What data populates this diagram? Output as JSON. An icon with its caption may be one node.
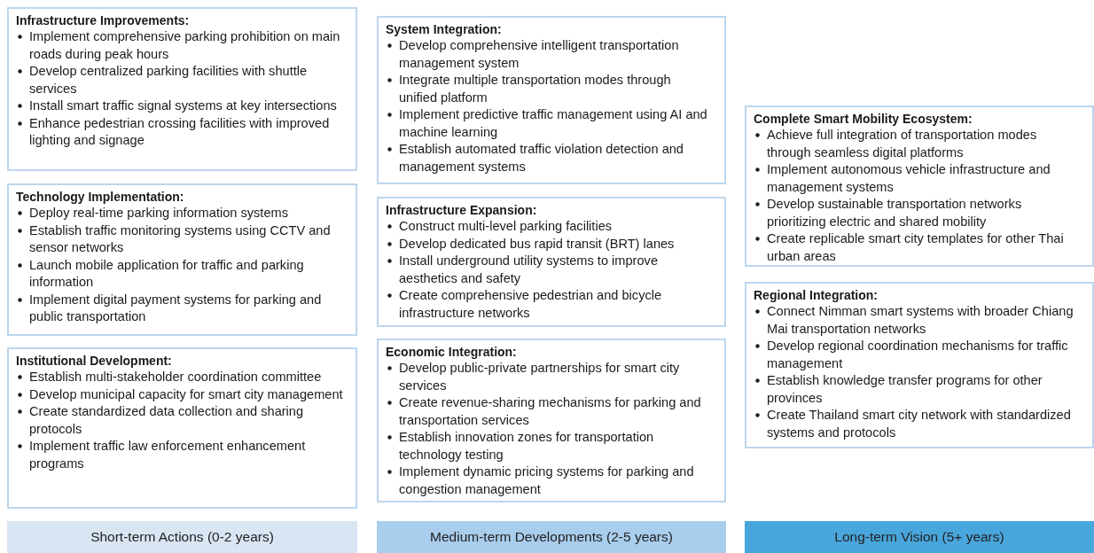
{
  "diagram": {
    "nodes": [
      {
        "text": [
          "Infrastructure Improvements:",
          "Implement comprehensive parking prohibition on main roads during peak hours",
          "Develop centralized parking facilities with shuttle services",
          "Install smart traffic signal systems at key intersections",
          "Enhance pedestrian crossing facilities with improved lighting and signage"
        ]
      },
      {
        "text": [
          "Technology Implementation:",
          "Deploy real-time parking information systems",
          "Establish traffic monitoring systems using CCTV and sensor networks",
          "Launch mobile application for traffic and parking information",
          "Implement digital payment systems for parking and public transportation"
        ]
      },
      {
        "text": [
          "Institutional Development:",
          "Establish multi-stakeholder coordination committee",
          "Develop municipal capacity for smart city management",
          "Create standardized data collection and sharing protocols",
          "Implement traffic law enforcement enhancement programs"
        ]
      },
      {
        "text": [
          "System Integration:",
          "Develop comprehensive intelligent transportation management system",
          "Integrate multiple transportation modes through unified platform",
          "Implement predictive traffic management using AI and machine learning",
          "Establish automated traffic violation detection and management systems"
        ]
      },
      {
        "text": [
          "Infrastructure Expansion:",
          "Construct multi-level parking facilities",
          "Develop dedicated bus rapid transit (BRT) lanes",
          "Install underground utility systems to improve aesthetics and safety",
          "Create comprehensive pedestrian and bicycle infrastructure networks"
        ]
      },
      {
        "text": [
          "Economic Integration:",
          "Develop public-private partnerships for smart city services",
          "Create revenue-sharing mechanisms for parking and transportation services",
          "Establish innovation zones for transportation technology testing",
          "Implement dynamic pricing systems for parking and congestion management"
        ]
      },
      {
        "text": [
          "Complete Smart Mobility Ecosystem:",
          "Achieve full integration of transportation modes through seamless digital platforms",
          "Implement autonomous vehicle infrastructure and management systems",
          "Develop sustainable transportation networks prioritizing electric and shared mobility",
          "Create replicable smart city templates for other Thai urban areas"
        ]
      },
      {
        "text": [
          "Regional Integration:",
          "Connect Nimman smart systems with broader Chiang Mai transportation networks",
          "Develop regional coordination mechanisms for traffic management",
          "Establish knowledge transfer programs for other provinces",
          "Create Thailand smart city network with standardized systems and protocols"
        ]
      },
      {
        "text": [
          "Short-term Actions (0-2 years)"
        ]
      },
      {
        "text": [
          "Medium-term Developments (2-5 years)"
        ]
      },
      {
        "text": [
          "Long-term Vision (5+ years)"
        ]
      }
    ],
    "edges": []
  }
}
